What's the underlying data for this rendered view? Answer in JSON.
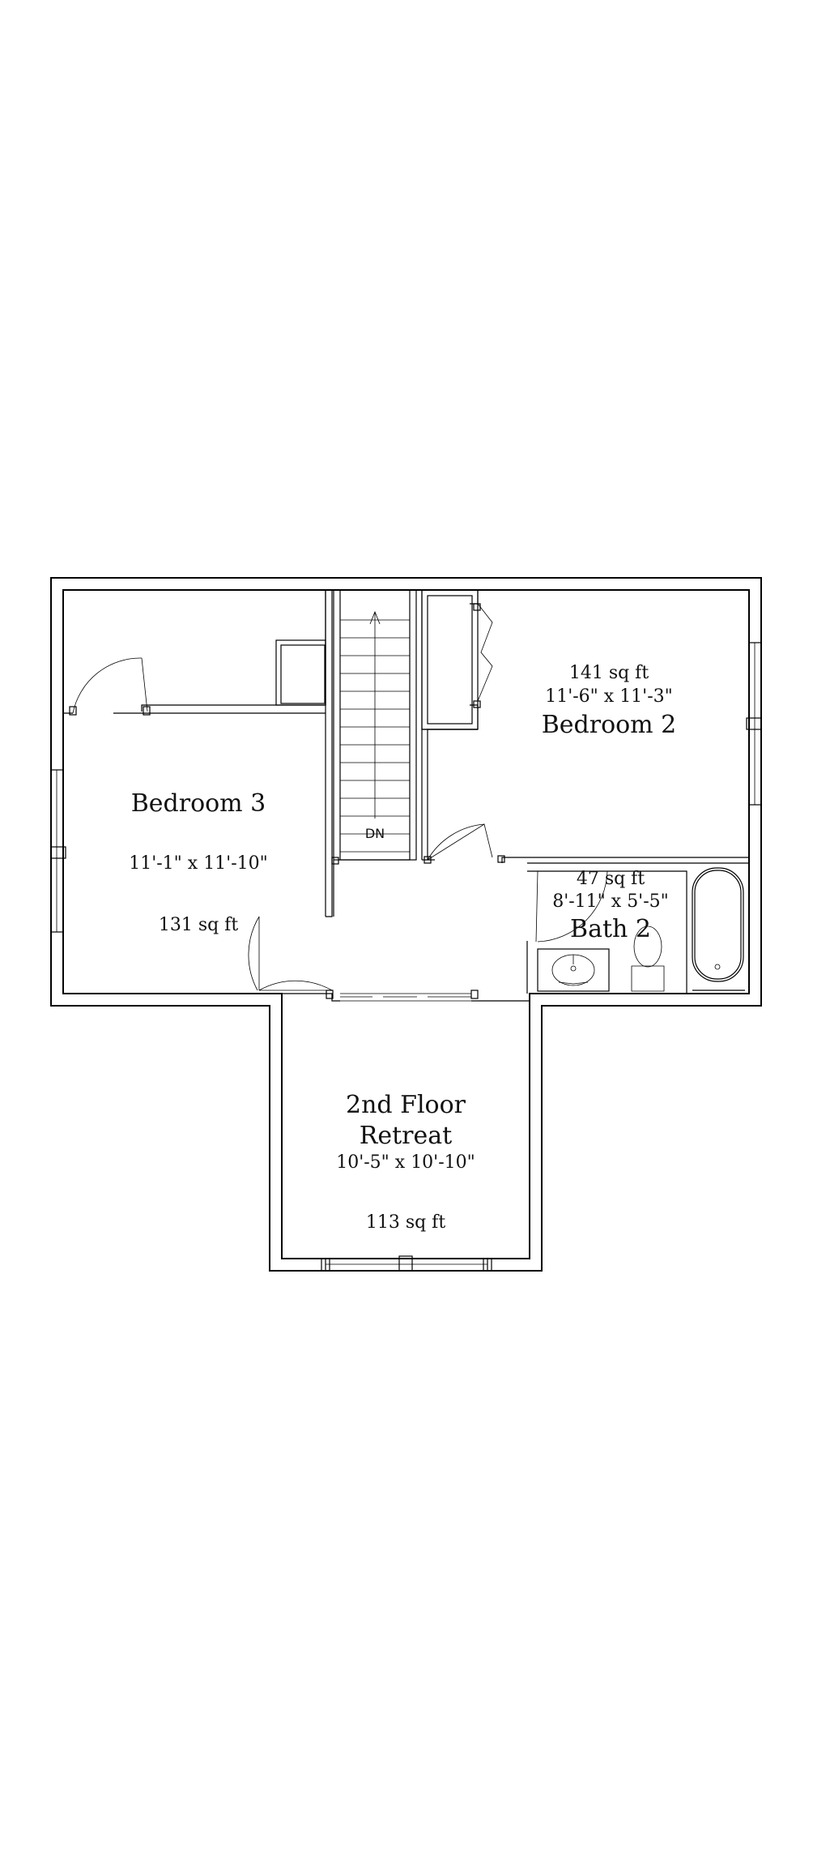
{
  "plan": {
    "stair_label": "DN",
    "rooms": [
      {
        "id": "bedroom-3",
        "name": "Bedroom 3",
        "dimensions": "11'-1\" x 11'-10\"",
        "area": "131 sq ft"
      },
      {
        "id": "bedroom-2",
        "name": "Bedroom 2",
        "dimensions": "11'-6\" x 11'-3\"",
        "area": "141 sq ft"
      },
      {
        "id": "bath-2",
        "name": "Bath 2",
        "dimensions": "8'-11\" x 5'-5\"",
        "area": "47 sq ft"
      },
      {
        "id": "retreat",
        "name_line1": "2nd Floor",
        "name_line2": "Retreat",
        "dimensions": "10'-5\" x 10'-10\"",
        "area": "113 sq ft"
      }
    ]
  }
}
